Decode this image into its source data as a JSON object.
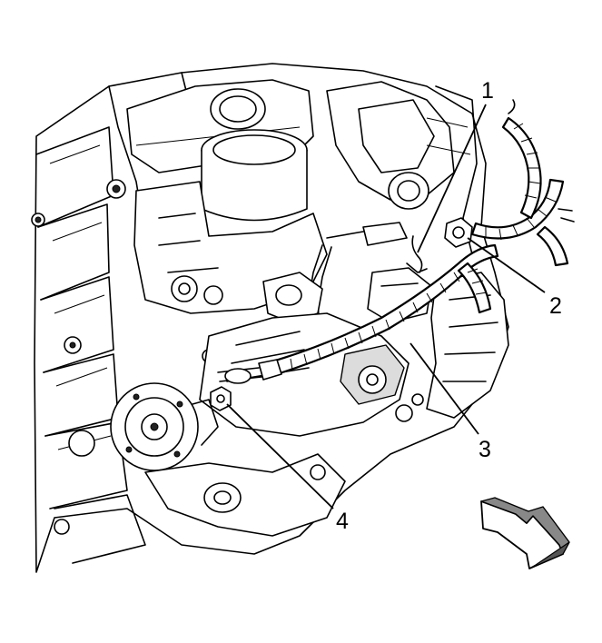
{
  "callouts": [
    {
      "id": "1",
      "label": "1"
    },
    {
      "id": "2",
      "label": "2"
    },
    {
      "id": "3",
      "label": "3"
    },
    {
      "id": "4",
      "label": "4"
    }
  ],
  "colors": {
    "line": "#000000",
    "background": "#ffffff",
    "shade": "#dcdcdc"
  },
  "icons": {
    "direction_arrow": "front-direction-arrow-icon"
  }
}
